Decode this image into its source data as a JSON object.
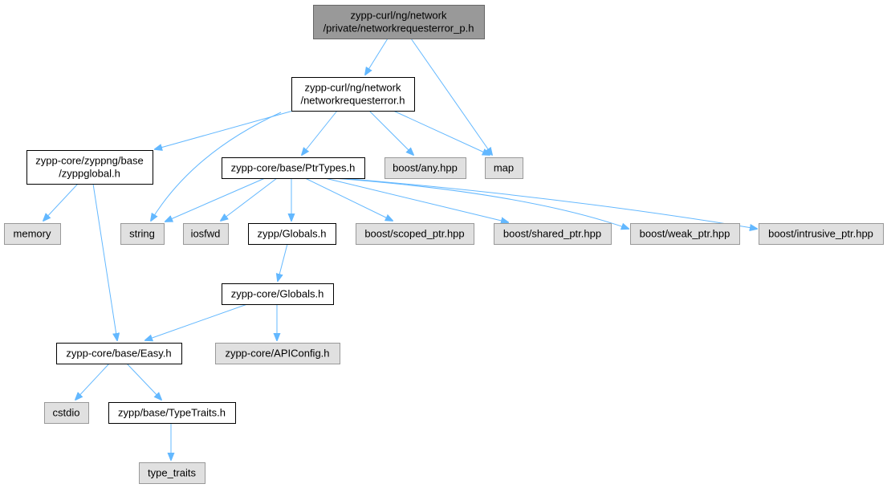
{
  "colors": {
    "root_fill": "#999999",
    "root_stroke": "#666666",
    "header_fill": "#ffffff",
    "header_stroke": "#000000",
    "system_fill": "#e0e0e0",
    "system_stroke": "#999999",
    "edge": "#63b8ff"
  },
  "nodes": [
    {
      "id": "root",
      "kind": "root",
      "lines": [
        "zypp-curl/ng/network",
        "/private/networkrequesterror_p.h"
      ]
    },
    {
      "id": "networkrequesterror",
      "kind": "header",
      "lines": [
        "zypp-curl/ng/network",
        "/networkrequesterror.h"
      ]
    },
    {
      "id": "zyppglobal",
      "kind": "header",
      "lines": [
        "zypp-core/zyppng/base",
        "/zyppglobal.h"
      ]
    },
    {
      "id": "ptrtypes",
      "kind": "header",
      "lines": [
        "zypp-core/base/PtrTypes.h"
      ]
    },
    {
      "id": "boost_any",
      "kind": "system",
      "lines": [
        "boost/any.hpp"
      ]
    },
    {
      "id": "map",
      "kind": "system",
      "lines": [
        "map"
      ]
    },
    {
      "id": "memory",
      "kind": "system",
      "lines": [
        "memory"
      ]
    },
    {
      "id": "string",
      "kind": "system",
      "lines": [
        "string"
      ]
    },
    {
      "id": "iosfwd",
      "kind": "system",
      "lines": [
        "iosfwd"
      ]
    },
    {
      "id": "zypp_globals",
      "kind": "header",
      "lines": [
        "zypp/Globals.h"
      ]
    },
    {
      "id": "scoped_ptr",
      "kind": "system",
      "lines": [
        "boost/scoped_ptr.hpp"
      ]
    },
    {
      "id": "shared_ptr",
      "kind": "system",
      "lines": [
        "boost/shared_ptr.hpp"
      ]
    },
    {
      "id": "weak_ptr",
      "kind": "system",
      "lines": [
        "boost/weak_ptr.hpp"
      ]
    },
    {
      "id": "intrusive_ptr",
      "kind": "system",
      "lines": [
        "boost/intrusive_ptr.hpp"
      ]
    },
    {
      "id": "core_globals",
      "kind": "header",
      "lines": [
        "zypp-core/Globals.h"
      ]
    },
    {
      "id": "easy",
      "kind": "header",
      "lines": [
        "zypp-core/base/Easy.h"
      ]
    },
    {
      "id": "apiconfig",
      "kind": "system",
      "lines": [
        "zypp-core/APIConfig.h"
      ]
    },
    {
      "id": "cstdio",
      "kind": "system",
      "lines": [
        "cstdio"
      ]
    },
    {
      "id": "typetraits",
      "kind": "header",
      "lines": [
        "zypp/base/TypeTraits.h"
      ]
    },
    {
      "id": "type_traits",
      "kind": "system",
      "lines": [
        "type_traits"
      ]
    }
  ],
  "edges": [
    {
      "from": "root",
      "to": "networkrequesterror"
    },
    {
      "from": "root",
      "to": "map"
    },
    {
      "from": "networkrequesterror",
      "to": "zyppglobal"
    },
    {
      "from": "networkrequesterror",
      "to": "ptrtypes"
    },
    {
      "from": "networkrequesterror",
      "to": "boost_any"
    },
    {
      "from": "networkrequesterror",
      "to": "map"
    },
    {
      "from": "networkrequesterror",
      "to": "string"
    },
    {
      "from": "zyppglobal",
      "to": "memory"
    },
    {
      "from": "zyppglobal",
      "to": "easy"
    },
    {
      "from": "ptrtypes",
      "to": "string"
    },
    {
      "from": "ptrtypes",
      "to": "iosfwd"
    },
    {
      "from": "ptrtypes",
      "to": "zypp_globals"
    },
    {
      "from": "ptrtypes",
      "to": "scoped_ptr"
    },
    {
      "from": "ptrtypes",
      "to": "shared_ptr"
    },
    {
      "from": "ptrtypes",
      "to": "weak_ptr"
    },
    {
      "from": "ptrtypes",
      "to": "intrusive_ptr"
    },
    {
      "from": "zypp_globals",
      "to": "core_globals"
    },
    {
      "from": "core_globals",
      "to": "easy"
    },
    {
      "from": "core_globals",
      "to": "apiconfig"
    },
    {
      "from": "easy",
      "to": "cstdio"
    },
    {
      "from": "easy",
      "to": "typetraits"
    },
    {
      "from": "typetraits",
      "to": "type_traits"
    }
  ]
}
